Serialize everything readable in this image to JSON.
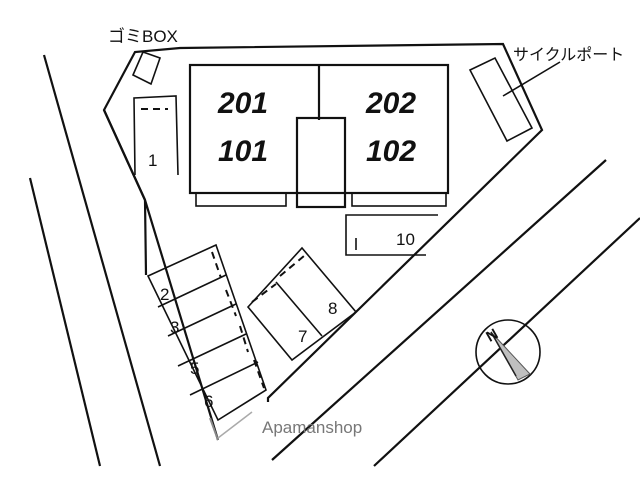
{
  "labels": {
    "garbage_box": "ゴミBOX",
    "cycle_port": "サイクルポート",
    "watermark": "Apamanshop"
  },
  "units": {
    "upper_left": "201",
    "lower_left": "101",
    "upper_right": "202",
    "lower_right": "102"
  },
  "parking": [
    "1",
    "2",
    "3",
    "5",
    "6",
    "7",
    "8",
    "10"
  ],
  "compass": {
    "letter": "N",
    "icon": "compass-icon"
  }
}
